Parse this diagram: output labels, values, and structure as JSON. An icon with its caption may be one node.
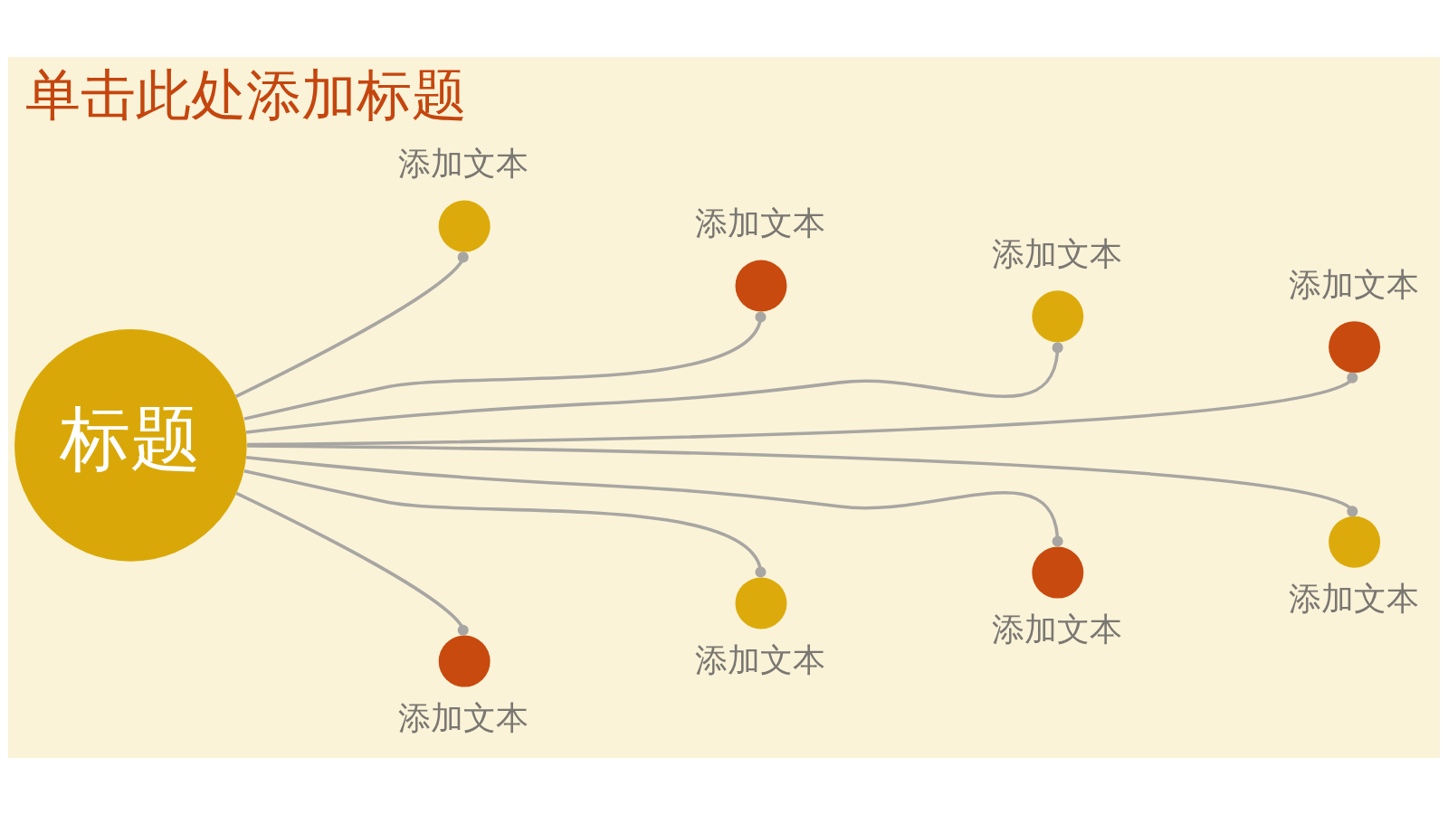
{
  "diagram": {
    "title": "单击此处添加标题",
    "nodes": [
      {
        "text": [
          "标题"
        ]
      },
      {
        "text": [],
        "shape": "circle",
        "beside": [
          "添加文本"
        ]
      },
      {
        "text": [],
        "shape": "circle",
        "beside": [
          "添加文本"
        ]
      },
      {
        "text": [],
        "shape": "circle",
        "beside": [
          "添加文本"
        ]
      },
      {
        "text": [],
        "shape": "circle",
        "beside": [
          "添加文本"
        ]
      },
      {
        "text": [],
        "shape": "circle",
        "beside": [
          "添加文本"
        ]
      },
      {
        "text": [],
        "shape": "circle",
        "beside": [
          "添加文本"
        ]
      },
      {
        "text": [],
        "shape": "circle",
        "beside": [
          "添加文本"
        ]
      },
      {
        "text": [],
        "shape": "circle",
        "beside": [
          "添加文本"
        ]
      }
    ],
    "edges": [
      {
        "from": 0,
        "to": 1,
        "arrow": "other"
      },
      {
        "from": 0,
        "to": 2,
        "arrow": "other"
      },
      {
        "from": 0,
        "to": 3,
        "arrow": "other"
      },
      {
        "from": 0,
        "to": 4,
        "arrow": "other"
      },
      {
        "from": 0,
        "to": 8,
        "arrow": "other"
      },
      {
        "from": 0,
        "to": 7,
        "arrow": "other"
      },
      {
        "from": 0,
        "to": 6,
        "arrow": "other"
      },
      {
        "from": 0,
        "to": 5,
        "arrow": "other"
      }
    ]
  }
}
